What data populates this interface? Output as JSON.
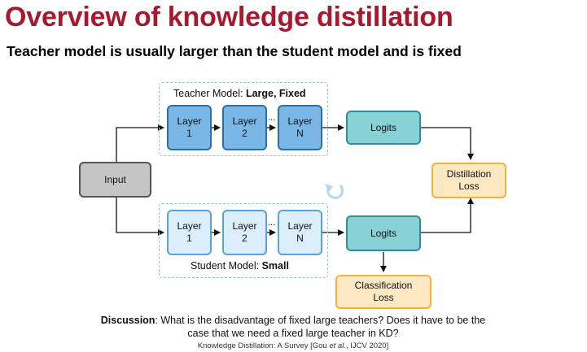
{
  "title": "Overview of knowledge distillation",
  "subtitle": "Teacher model is usually larger than the student model and is fixed",
  "teacher": {
    "label_prefix": "Teacher Model: ",
    "label_bold": "Large, Fixed",
    "layers": [
      {
        "line1": "Layer",
        "line2": "1"
      },
      {
        "line1": "Layer",
        "line2": "2"
      },
      {
        "line1": "Layer",
        "line2": "N"
      }
    ],
    "ellipsis": "...",
    "logits": "Logits"
  },
  "student": {
    "label_prefix": "Student Model: ",
    "label_bold": "Small",
    "layers": [
      {
        "line1": "Layer",
        "line2": "1"
      },
      {
        "line1": "Layer",
        "line2": "2"
      },
      {
        "line1": "Layer",
        "line2": "N"
      }
    ],
    "ellipsis": "...",
    "logits": "Logits"
  },
  "input": "Input",
  "distillation_loss": {
    "line1": "Distillation",
    "line2": "Loss"
  },
  "classification_loss": {
    "line1": "Classification",
    "line2": "Loss"
  },
  "discussion": {
    "bold": "Discussion",
    "line1": ": What is the disadvantage of fixed large teachers? Does it have to be the",
    "line2": "case that we need a fixed large teacher in KD?"
  },
  "citation": {
    "before": "Knowledge Distillation: A Survey [Gou ",
    "italic": "et al.",
    "after": ", IJCV 2020]"
  },
  "colors": {
    "title": "#a6192e",
    "teacher_layer": "#7ab7e6",
    "student_layer": "#dbeefc",
    "logits": "#86d2d4",
    "loss": "#fde8c4",
    "input": "#c5c5c5",
    "dashed_border": "#8ec6e8"
  }
}
